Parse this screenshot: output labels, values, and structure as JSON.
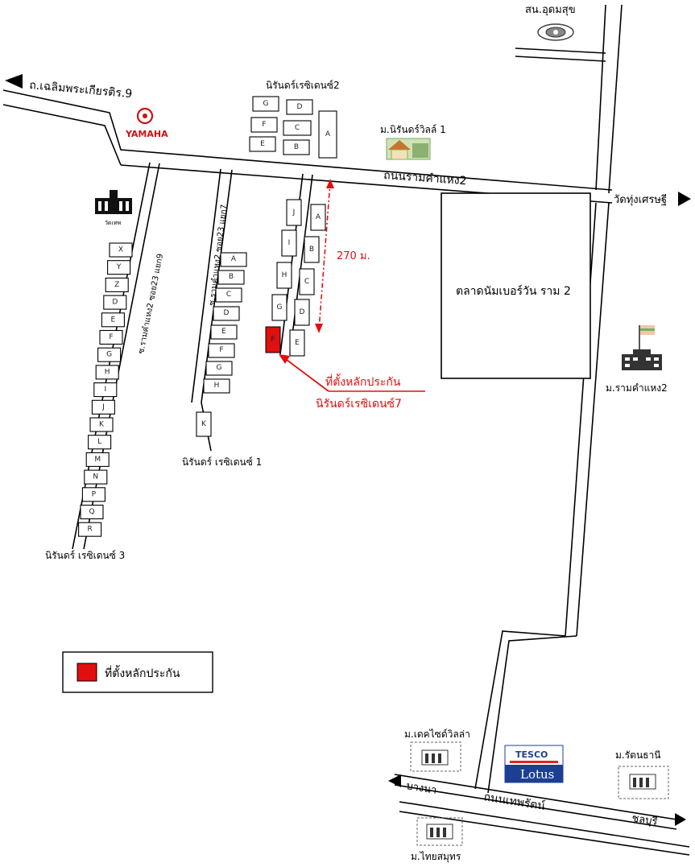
{
  "roads": {
    "chaloem": "ถ.เฉลิมพระเกียรติร.9",
    "ramkhamhaeng2": "ถนนรามคำแหง2",
    "wat_thung": "วัดทุ่งเศรษฐี",
    "soi9": "ซ.รามคำแหง2 ซอย23 แยก9",
    "soi7": "ซ.รามคำแหง2 ซอย23 แยก7",
    "thepharat": "ถนนเทพรัตน์",
    "bangna": "บางนา",
    "chonburi": "ชลบุรี"
  },
  "places": {
    "udomsuk": "สน.อุดมสุข",
    "yamaha": "YAMAHA",
    "school": "วัดเทพ",
    "nirun2": "นิรันดร์เรซิเดนซ์2",
    "nirunville": "ม.นิรันดร์วิลล์ 1",
    "market": "ตลาดนัมเบอร์วัน ราม 2",
    "ramuni": "ม.รามคำแหง2",
    "nirun1": "นิรันดร์ เรซิเดนซ์ 1",
    "nirun3": "นิรันดร์ เรซิเดนซ์ 3",
    "dechai": "ม.เดคไซด์วิลล่า",
    "rattanathani": "ม.รัตนธานี",
    "thaisamut": "ม.ไทยสมุทร",
    "tesco": "TESCO",
    "lotus": "Lotus"
  },
  "distance": "270 ม.",
  "collateral": {
    "line1": "ที่ตั้งหลักประกัน",
    "line2": "นิรันดร์เรซิเดนซ์7"
  },
  "legend": {
    "label": "ที่ตั้งหลักประกัน"
  },
  "colors": {
    "highlight": "#e01010",
    "road": "#000000",
    "tesco_blue": "#1c3f94",
    "tesco_red": "#e0261b"
  },
  "zones": {
    "r2": [
      "G",
      "D",
      "F",
      "C",
      "E",
      "B",
      "A"
    ],
    "r7_left": [
      "J",
      "I",
      "H",
      "G",
      "F"
    ],
    "r7_right": [
      "A",
      "B",
      "C",
      "D",
      "E"
    ],
    "r1": [
      "A",
      "B",
      "C",
      "D",
      "E",
      "F",
      "G",
      "H",
      "K"
    ],
    "r3": [
      "X",
      "Y",
      "Z",
      "D",
      "E",
      "F",
      "G",
      "H",
      "I",
      "J",
      "K",
      "L",
      "M",
      "N",
      "P",
      "Q",
      "R"
    ]
  }
}
